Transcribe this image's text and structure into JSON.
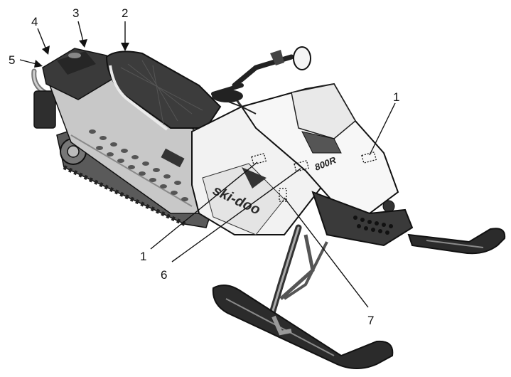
{
  "callouts": [
    {
      "id": "c1a",
      "label": "1"
    },
    {
      "id": "c2",
      "label": "2"
    },
    {
      "id": "c3",
      "label": "3"
    },
    {
      "id": "c4",
      "label": "4"
    },
    {
      "id": "c5",
      "label": "5"
    },
    {
      "id": "c1b",
      "label": "1"
    },
    {
      "id": "c6",
      "label": "6"
    },
    {
      "id": "c7",
      "label": "7"
    }
  ],
  "illustration": {
    "brand_logo": "ski-doo",
    "model_badge": "800R"
  },
  "colors": {
    "ink": "#111111",
    "body_white": "#f2f2f2",
    "seat_dark": "#3c3c3c",
    "frame_grey": "#9a9a9a"
  }
}
